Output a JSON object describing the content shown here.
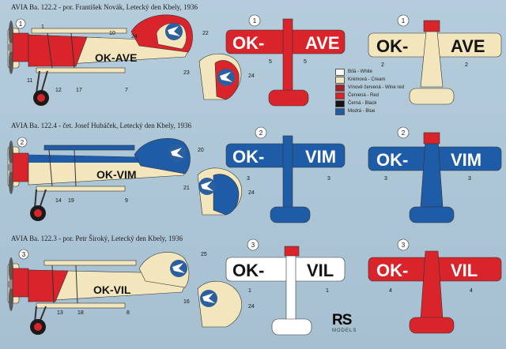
{
  "titles": [
    "AVIA  Ba. 122.2 - por. František Novák, Letecký den Kbely, 1936",
    "AVIA  Ba. 122.4 - čet. Josef Hubáček, Letecký den Kbely, 1936",
    "AVIA  Ba. 122.3 - por. Petr Široký, Letecký den Kbely, 1936"
  ],
  "registrations": [
    "OK-AVE",
    "OK-VIM",
    "OK-VIL"
  ],
  "wing_codes": {
    "ave": {
      "left": "OK-",
      "right": "AVE"
    },
    "vim": {
      "left": "OK-",
      "right": "VIM"
    },
    "vil": {
      "left": "OK-",
      "right": "VIL"
    }
  },
  "markers": [
    "1",
    "2",
    "3"
  ],
  "callouts": {
    "side1": [
      "1",
      "10",
      "24",
      "22",
      "11",
      "12",
      "17",
      "7"
    ],
    "fin1": [
      "23",
      "24"
    ],
    "side2": [
      "20",
      "14",
      "19",
      "9"
    ],
    "fin2": [
      "21",
      "24"
    ],
    "side3": [
      "25",
      "13",
      "18",
      "8"
    ],
    "fin3": [
      "16",
      "24"
    ],
    "wings": [
      "5",
      "2",
      "3",
      "1",
      "4"
    ]
  },
  "legend": [
    {
      "label": "Bílá - White",
      "color": "#ffffff"
    },
    {
      "label": "Krémová - Cream",
      "color": "#f3e6bc"
    },
    {
      "label": "Vínově červená - Wine red",
      "color": "#a8202c"
    },
    {
      "label": "Červená - Red",
      "color": "#d8242a"
    },
    {
      "label": "Černá - Black",
      "color": "#141414"
    },
    {
      "label": "Modrá - Blue",
      "color": "#1f5ca8"
    }
  ],
  "logo": {
    "top": "RS",
    "bottom": "MODELS"
  },
  "colors": {
    "background": "#a9c3d4",
    "cream": "#f3e6bc",
    "red": "#d8242a",
    "blue": "#1f5ca8",
    "black": "#141414"
  }
}
